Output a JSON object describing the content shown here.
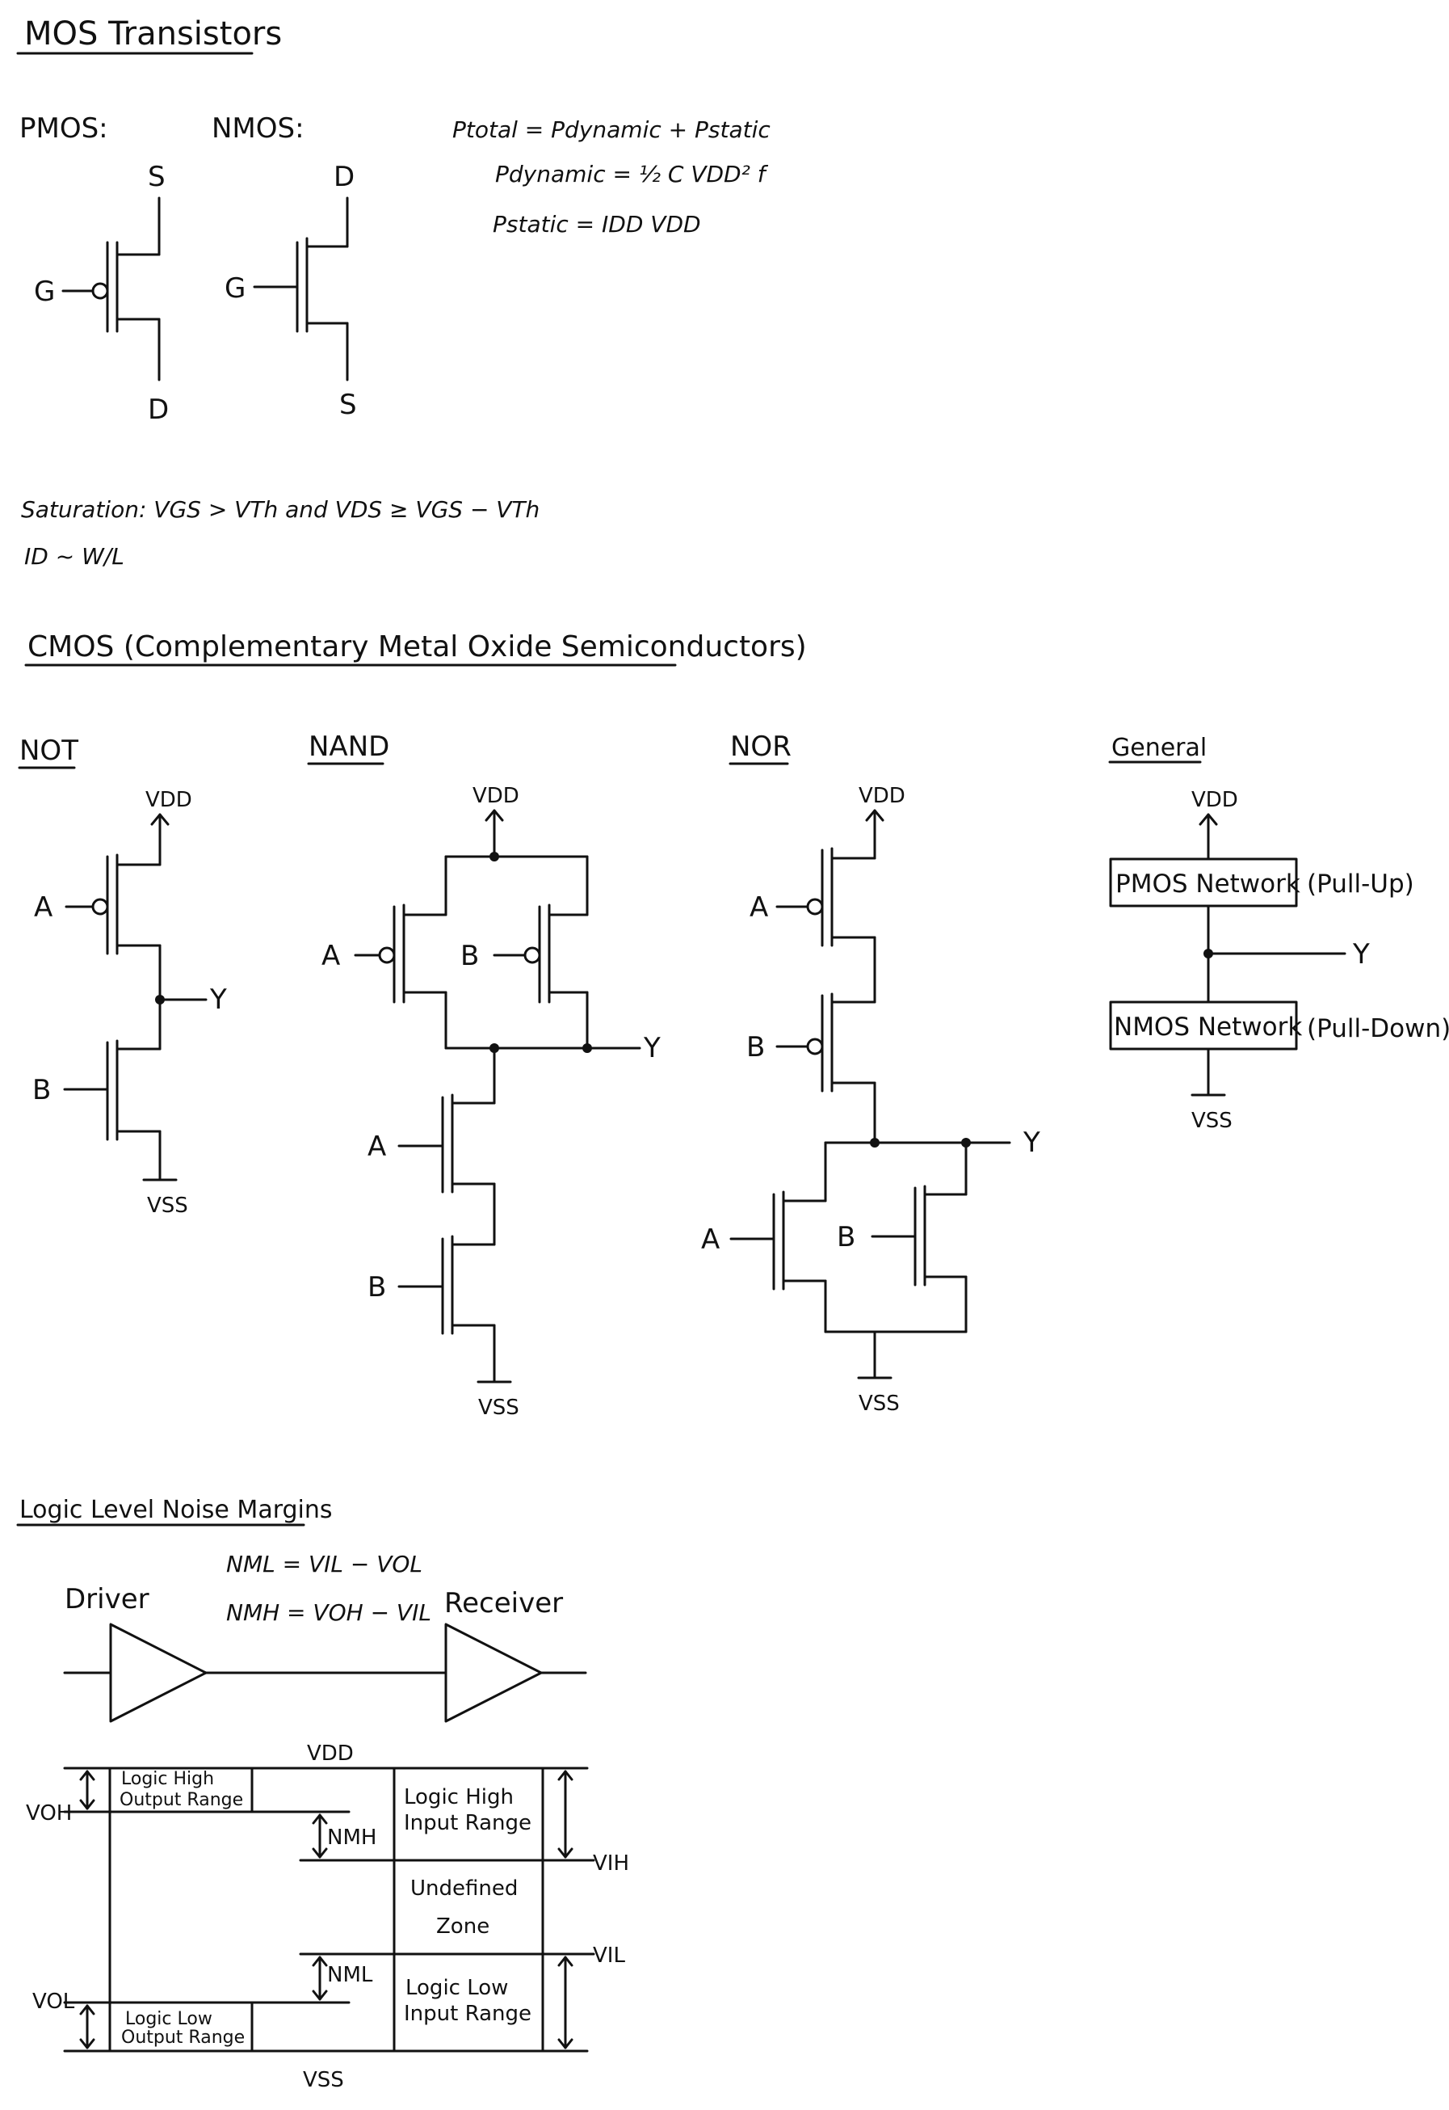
{
  "headings": {
    "mos": "MOS Transistors",
    "cmos": "CMOS (Complementary Metal Oxide Semiconductors)",
    "noise": "Logic Level Noise Margins"
  },
  "mos": {
    "pmos_label": "PMOS:",
    "nmos_label": "NMOS:",
    "pins": {
      "s": "S",
      "d": "D",
      "g": "G"
    }
  },
  "power": {
    "total": "Ptotal = Pdynamic + Pstatic",
    "dynamic": "Pdynamic = ½ C VDD² f",
    "static": "Pstatic = IDD VDD"
  },
  "saturation": {
    "line1": "Saturation: VGS > VTh  and  VDS ≥ VGS − VTh",
    "line2": "ID ~ W/L"
  },
  "gates": {
    "not": "NOT",
    "nand": "NAND",
    "nor": "NOR",
    "general": "General",
    "vdd": "VDD",
    "vss": "VSS",
    "a": "A",
    "b": "B",
    "y": "Y",
    "pmos_network": "PMOS Network",
    "nmos_network": "NMOS Network",
    "pull_up": "(Pull-Up)",
    "pull_down": "(Pull-Down)"
  },
  "noise": {
    "nml_eq": "NML = VIL − VOL",
    "nmh_eq": "NMH = VOH − VIL",
    "driver": "Driver",
    "receiver": "Receiver",
    "vdd": "VDD",
    "vss": "VSS",
    "voh": "VOH",
    "vol": "VOL",
    "vih": "VIH",
    "vil": "VIL",
    "nmh": "NMH",
    "nml": "NML",
    "logic_high_output_1": "Logic High",
    "logic_high_output_2": "Output Range",
    "logic_low_output_1": "Logic Low",
    "logic_low_output_2": "Output Range",
    "logic_high_input_1": "Logic High",
    "logic_high_input_2": "Input Range",
    "logic_low_input_1": "Logic Low",
    "logic_low_input_2": "Input Range",
    "undefined_1": "Undefined",
    "undefined_2": "Zone"
  }
}
